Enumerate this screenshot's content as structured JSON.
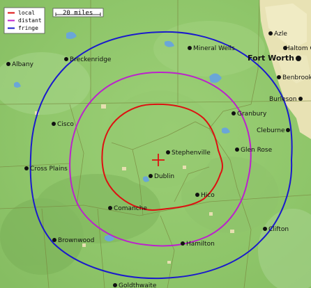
{
  "legend": {
    "local": "local",
    "distant": "distant",
    "fringe": "fringe"
  },
  "scale": "20 miles",
  "colors": {
    "local": "#dd1111",
    "distant": "#bb22cc",
    "fringe": "#1a1acc",
    "marker": "#dd1111"
  },
  "cities": {
    "albany": "Albany",
    "breckenridge": "Breckenridge",
    "mineral_wells": "Mineral Wells",
    "azle": "Azle",
    "haltom_city": "Haltom City",
    "fort_worth": "Fort Worth",
    "benbrook": "Benbrook",
    "burleson": "Burleson",
    "granbury": "Granbury",
    "cleburne": "Cleburne",
    "cisco": "Cisco",
    "stephenville": "Stephenville",
    "glen_rose": "Glen Rose",
    "cross_plains": "Cross Plains",
    "dublin": "Dublin",
    "hico": "Hico",
    "comanche": "Comanche",
    "clifton": "Clifton",
    "brownwood": "Brownwood",
    "hamilton": "Hamilton",
    "goldthwaite": "Goldthwaite"
  }
}
